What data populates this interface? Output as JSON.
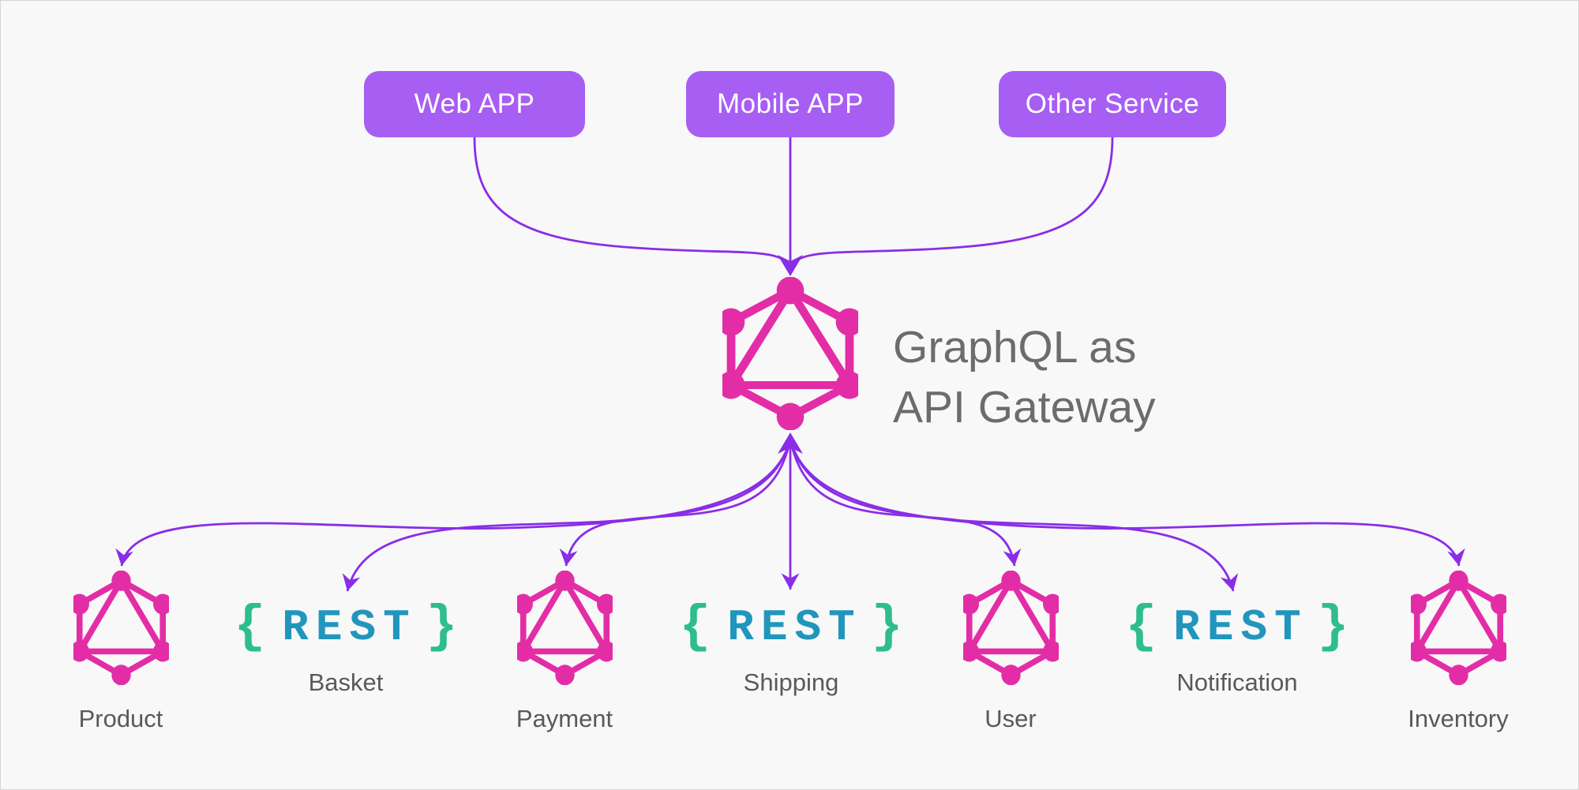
{
  "diagram": {
    "clients": [
      {
        "label": "Web APP"
      },
      {
        "label": "Mobile APP"
      },
      {
        "label": "Other Service"
      }
    ],
    "gateway": {
      "title_line1": "GraphQL as",
      "title_line2": "API Gateway",
      "icon": "graphql-logo"
    },
    "services": [
      {
        "label": "Product",
        "icon": "graphql"
      },
      {
        "label": "Basket",
        "icon": "rest",
        "brace_open": "{",
        "rest_label": "REST",
        "brace_close": "}"
      },
      {
        "label": "Payment",
        "icon": "graphql"
      },
      {
        "label": "Shipping",
        "icon": "rest",
        "brace_open": "{",
        "rest_label": "REST",
        "brace_close": "}"
      },
      {
        "label": "User",
        "icon": "graphql"
      },
      {
        "label": "Notification",
        "icon": "rest",
        "brace_open": "{",
        "rest_label": "REST",
        "brace_close": "}"
      },
      {
        "label": "Inventory",
        "icon": "graphql"
      }
    ],
    "colors": {
      "background": "#f8f8f8",
      "client_box_purple": "#a75ef3",
      "arrow_purple": "#8a2ce8",
      "graphql_pink": "#e32da6",
      "title_gray": "#6c6c6e",
      "label_gray": "#58595c",
      "rest_blue": "#2196bd",
      "rest_brace_green": "#2dbd8e"
    }
  }
}
